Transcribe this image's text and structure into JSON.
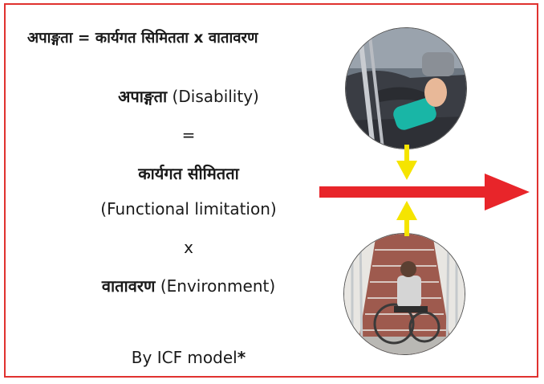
{
  "formula_line": "अपाङ्गता = कार्यगत सिमितता x वातावरण",
  "disability": {
    "devanagari": "अपाङ्गता",
    "english": " (Disability)"
  },
  "equals": "=",
  "functional": {
    "devanagari": "कार्यगत सीमितता",
    "english": "(Functional limitation)"
  },
  "times": "x",
  "environment": {
    "devanagari": "वातावरण",
    "english": " (Environment)"
  },
  "source": {
    "text": "By ICF model",
    "mark": "*"
  },
  "images": {
    "top": "person-with-leg-cast-and-crutches",
    "bottom": "person-in-wheelchair-facing-stairs"
  },
  "colors": {
    "frame": "#e0322f",
    "main_arrow": "#e8252a",
    "small_arrows": "#f5e400"
  }
}
